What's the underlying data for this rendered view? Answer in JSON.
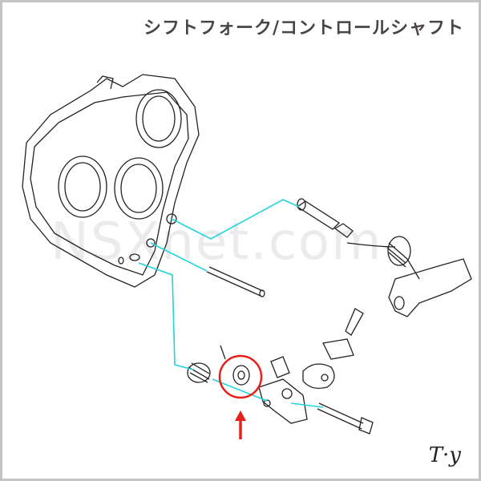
{
  "title": "シフトフォーク/コントロールシャフト",
  "watermark": "NSXnet.com",
  "signature": "T·y",
  "colors": {
    "leader_lines": "#22d3e0",
    "highlight": "#e8201c",
    "title": "#4a4545",
    "border": "#c4c4c4"
  },
  "icons": {
    "pointer": "red-up-arrow",
    "highlight": "red-circle"
  }
}
